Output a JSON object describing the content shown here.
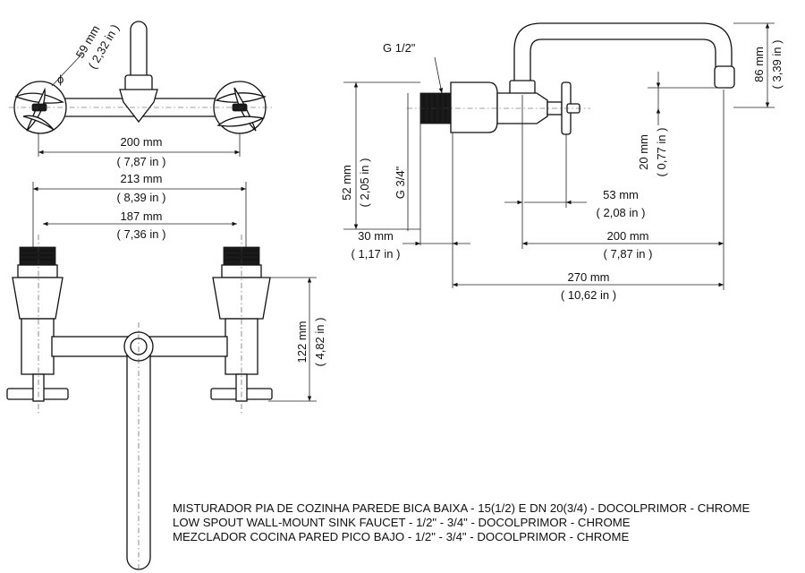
{
  "dimensions": {
    "spout_diameter": {
      "mm": "59 mm",
      "in": "( 2,32 in )",
      "symbol": "ϕ"
    },
    "top_centers": {
      "mm": "200 mm",
      "in": "( 7,87 in )"
    },
    "front_outer": {
      "mm": "213 mm",
      "in": "( 8,39 in )"
    },
    "front_centers": {
      "mm": "187 mm",
      "in": "( 7,36 in )"
    },
    "front_height": {
      "mm": "122 mm",
      "in": "( 4,82 in )"
    },
    "side_body_height": {
      "mm": "52 mm",
      "in": "( 2,05 in )"
    },
    "side_thread_length": {
      "mm": "30 mm",
      "in": "( 1,17 in )"
    },
    "side_spout_reach": {
      "mm": "200 mm",
      "in": "( 7,87 in )"
    },
    "side_handle_offset": {
      "mm": "53 mm",
      "in": "( 2,08 in )"
    },
    "side_total_length": {
      "mm": "270 mm",
      "in": "( 10,62 in )"
    },
    "side_spout_drop": {
      "mm": "20 mm",
      "in": "( 0,77 in )"
    },
    "side_spout_height": {
      "mm": "86 mm",
      "in": "( 3,39 in )"
    }
  },
  "labels": {
    "thread_half": "G 1/2\"",
    "thread_three_quarter": "G 3/4\""
  },
  "caption": {
    "line_pt": "MISTURADOR PIA DE COZINHA PAREDE BICA BAIXA - 15(1/2) E DN 20(3/4) - DOCOLPRIMOR  - CHROME",
    "line_en": "LOW SPOUT WALL-MOUNT SINK FAUCET  - 1/2\" - 3/4\" - DOCOLPRIMOR - CHROME",
    "line_es": "MEZCLADOR COCINA PARED PICO BAJO - 1/2\" - 3/4\" - DOCOLPRIMOR - CHROME"
  }
}
